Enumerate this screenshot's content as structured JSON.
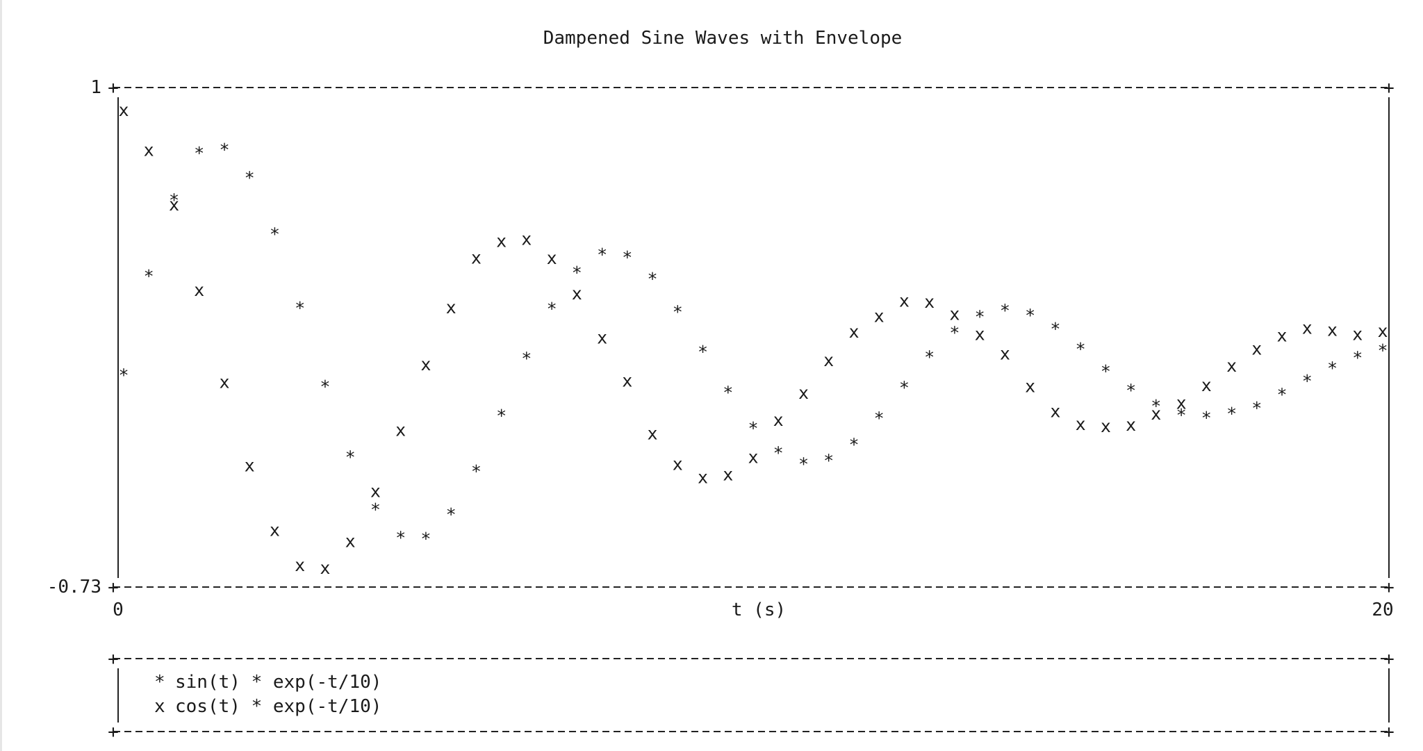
{
  "chart_data": {
    "type": "scatter",
    "title": "Dampened Sine Waves with Envelope",
    "xlabel": "t (s)",
    "ylabel": "",
    "xlim": [
      0,
      20
    ],
    "ylim": [
      -0.73,
      1
    ],
    "x_tick_labels": [
      "0",
      "20"
    ],
    "y_tick_labels": [
      "1",
      "-0.73"
    ],
    "legend_position": "below",
    "series": [
      {
        "name": "sin(t) * exp(-t/10)",
        "marker": "*",
        "x": [
          0.0,
          0.4,
          0.8,
          1.2,
          1.6,
          2.0,
          2.4,
          2.8,
          3.2,
          3.6,
          4.0,
          4.4,
          4.8,
          5.2,
          5.6,
          6.0,
          6.4,
          6.8,
          7.2,
          7.6,
          8.0,
          8.4,
          8.8,
          9.2,
          9.6,
          10.0,
          10.4,
          10.8,
          11.2,
          11.6,
          12.0,
          12.4,
          12.8,
          13.2,
          13.6,
          14.0,
          14.4,
          14.8,
          15.2,
          15.6,
          16.0,
          16.4,
          16.8,
          17.2,
          17.6,
          18.0,
          18.4,
          18.8,
          19.2,
          19.6,
          20.0
        ],
        "y": [
          0.0,
          0.374,
          0.661,
          0.837,
          0.85,
          0.744,
          0.532,
          0.253,
          -0.043,
          -0.309,
          -0.507,
          -0.613,
          -0.617,
          -0.525,
          -0.363,
          -0.153,
          0.063,
          0.25,
          0.387,
          0.455,
          0.444,
          0.363,
          0.239,
          0.088,
          -0.066,
          -0.2,
          -0.293,
          -0.336,
          -0.322,
          -0.262,
          -0.162,
          -0.047,
          0.068,
          0.16,
          0.22,
          0.244,
          0.226,
          0.174,
          0.098,
          0.015,
          -0.058,
          -0.116,
          -0.151,
          -0.161,
          -0.146,
          -0.124,
          -0.074,
          -0.022,
          0.026,
          0.066,
          0.093
        ]
      },
      {
        "name": "cos(t) * exp(-t/10)",
        "marker": "x",
        "x": [
          0.0,
          0.4,
          0.8,
          1.2,
          1.6,
          2.0,
          2.4,
          2.8,
          3.2,
          3.6,
          4.0,
          4.4,
          4.8,
          5.2,
          5.6,
          6.0,
          6.4,
          6.8,
          7.2,
          7.6,
          8.0,
          8.4,
          8.8,
          9.2,
          9.6,
          10.0,
          10.4,
          10.8,
          11.2,
          11.6,
          12.0,
          12.4,
          12.8,
          13.2,
          13.6,
          14.0,
          14.4,
          14.8,
          15.2,
          15.6,
          16.0,
          16.4,
          16.8,
          17.2,
          17.6,
          18.0,
          18.4,
          18.8,
          19.2,
          19.6,
          20.0
        ],
        "y": [
          1.0,
          0.849,
          0.644,
          0.321,
          -0.026,
          -0.341,
          -0.584,
          -0.717,
          -0.727,
          -0.626,
          -0.438,
          -0.207,
          0.041,
          0.255,
          0.443,
          0.506,
          0.514,
          0.442,
          0.308,
          0.142,
          -0.021,
          -0.22,
          -0.335,
          -0.385,
          -0.375,
          -0.309,
          -0.169,
          -0.067,
          0.057,
          0.164,
          0.223,
          0.281,
          0.277,
          0.231,
          0.155,
          0.081,
          -0.042,
          -0.136,
          -0.185,
          -0.192,
          -0.187,
          -0.146,
          -0.105,
          -0.038,
          0.036,
          0.099,
          0.15,
          0.178,
          0.17,
          0.155,
          0.166
        ]
      }
    ]
  },
  "legend": {
    "entries": [
      {
        "marker": "*",
        "label": "sin(t) * exp(-t/10)"
      },
      {
        "marker": "x",
        "label": "cos(t) * exp(-t/10)"
      }
    ]
  },
  "colors": {
    "ink": "#1a1a1a",
    "background": "#ffffff"
  }
}
